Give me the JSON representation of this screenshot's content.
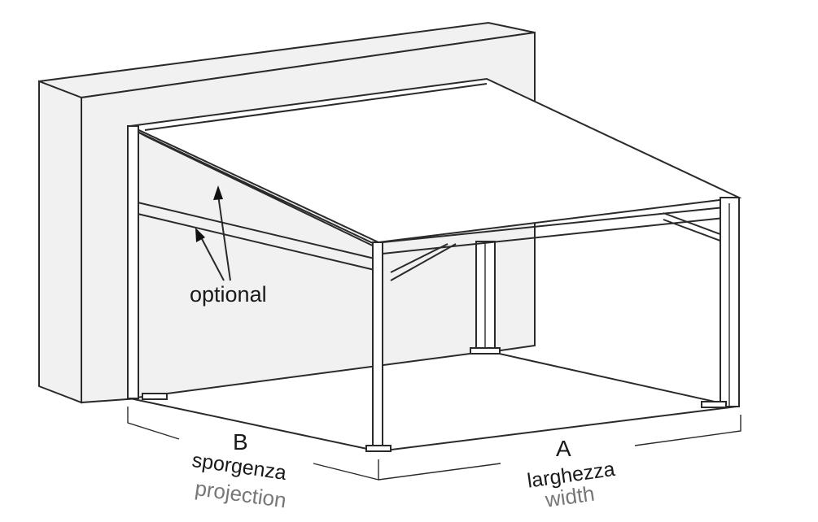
{
  "annotation": {
    "optional": "optional"
  },
  "dimension_b": {
    "letter": "B",
    "label_it": "sporgenza",
    "label_en": "projection"
  },
  "dimension_a": {
    "letter": "A",
    "label_it": "larghezza",
    "label_en": "width"
  }
}
